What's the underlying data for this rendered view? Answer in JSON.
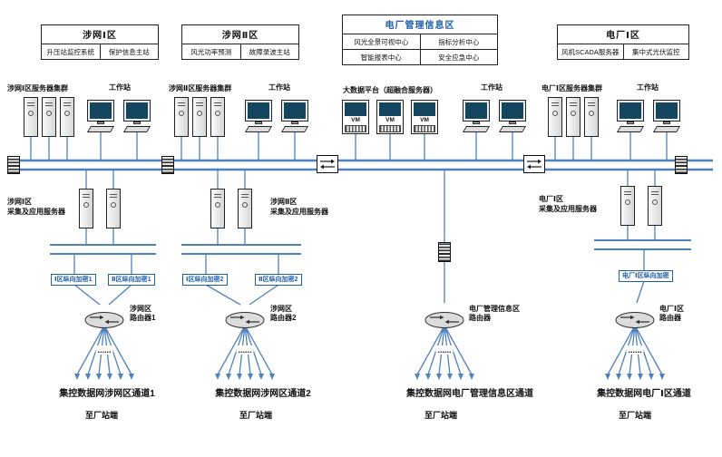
{
  "colors": {
    "line_blue": "#4f81bd",
    "screen_dark": "#14465f",
    "accent_blue": "#1f5fa8"
  },
  "headers": [
    {
      "title": "涉网Ⅰ区",
      "rows": [
        [
          "升压站监控系统",
          "保护信息主站"
        ]
      ]
    },
    {
      "title": "涉网Ⅱ区",
      "rows": [
        [
          "风光功率预测",
          "故障录波主站"
        ]
      ]
    },
    {
      "title": "电厂管理信息区",
      "rows": [
        [
          "风光全景可视中心",
          "指标分析中心"
        ],
        [
          "智能报表中心",
          "安全应急中心"
        ]
      ]
    },
    {
      "title": "电厂Ⅰ区",
      "rows": [
        [
          "风机SCADA服务器",
          "集中式光伏监控"
        ]
      ]
    }
  ],
  "top_labels": {
    "zone1_cluster": "涉网Ⅰ区服务器集群",
    "zone1_workstation": "工作站",
    "zone2_cluster": "涉网Ⅱ区服务器集群",
    "zone2_workstation": "工作站",
    "bigdata_platform": "大数据平台（超融合服务器）",
    "zone3_workstation": "工作站",
    "zone4_cluster": "电厂Ⅰ区服务器集群",
    "zone4_workstation": "工作站"
  },
  "vm_label": "VM",
  "collect_servers": {
    "zone1": [
      "涉网Ⅰ区",
      "采集及应用服务器"
    ],
    "zone2": [
      "涉网Ⅱ区",
      "采集及应用服务器"
    ],
    "zone4": [
      "电厂Ⅰ区",
      "采集及应用服务器"
    ]
  },
  "encryption": {
    "zone1_a": "Ⅰ区纵向加密1",
    "zone1_b": "Ⅱ区纵向加密1",
    "zone2_a": "Ⅰ区纵向加密2",
    "zone2_b": "Ⅱ区纵向加密2",
    "zone4": "电厂Ⅰ区纵向加密"
  },
  "routers": {
    "r1": [
      "涉网区",
      "路由器1"
    ],
    "r2": [
      "涉网区",
      "路由器2"
    ],
    "r3": [
      "电厂管理信息区",
      "路由器"
    ],
    "r4": [
      "电厂Ⅰ区",
      "路由器"
    ]
  },
  "ellipsis": "......",
  "channels": [
    {
      "label": "集控数据网涉网区通道1",
      "station": "至厂站端"
    },
    {
      "label": "集控数据网涉网区通道2",
      "station": "至厂站端"
    },
    {
      "label": "集控数据网电厂管理信息区通道",
      "station": "至厂站端"
    },
    {
      "label": "集控数据网电厂Ⅰ区通道",
      "station": "至厂站端"
    }
  ]
}
